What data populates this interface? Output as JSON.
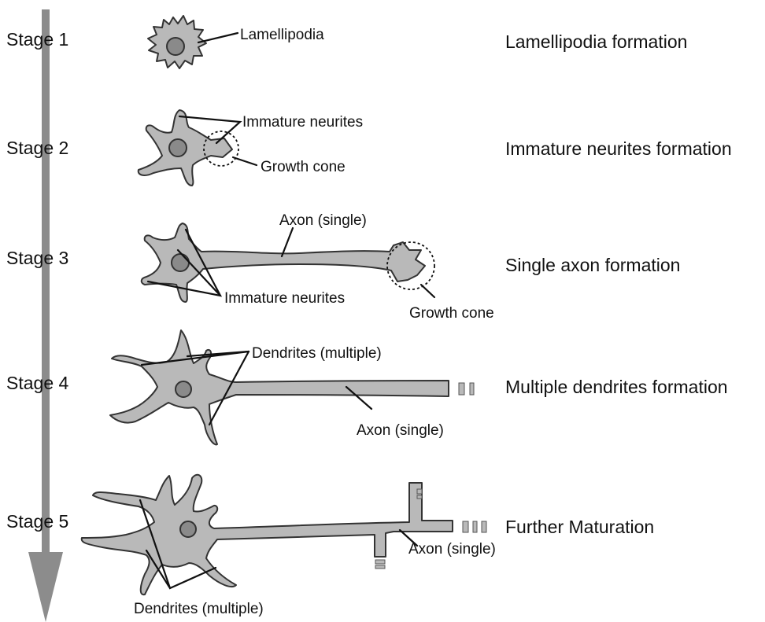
{
  "stages": [
    {
      "label": "Stage 1",
      "description": "Lamellipodia formation"
    },
    {
      "label": "Stage 2",
      "description": "Immature neurites formation"
    },
    {
      "label": "Stage 3",
      "description": "Single axon formation"
    },
    {
      "label": "Stage 4",
      "description": "Multiple dendrites formation"
    },
    {
      "label": "Stage 5",
      "description": "Further Maturation"
    }
  ],
  "annotations": {
    "s1_lamellipodia": "Lamellipodia",
    "s2_immature_neurites": "Immature neurites",
    "s2_growth_cone": "Growth cone",
    "s3_axon": "Axon (single)",
    "s3_immature_neurites": "Immature neurites",
    "s3_growth_cone": "Growth cone",
    "s4_dendrites": "Dendrites (multiple)",
    "s4_axon": "Axon (single)",
    "s5_axon": "Axon (single)",
    "s5_dendrites": "Dendrites (multiple)"
  },
  "colors": {
    "cell_fill": "#b9b9b9",
    "nucleus_fill": "#8a8a8a",
    "arrow": "#8c8c8c"
  }
}
